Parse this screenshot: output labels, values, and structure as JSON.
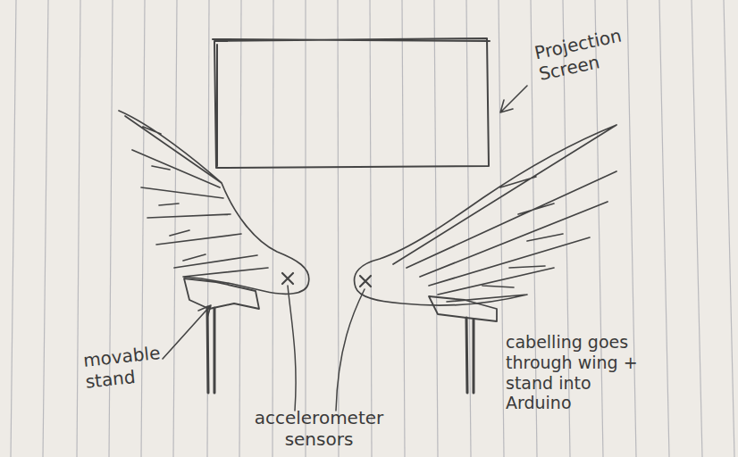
{
  "diagram": {
    "labels": [
      "Projection Screen",
      "movable stand",
      "accelerometer sensors",
      "cabelling goes through wing + stand into Arduino"
    ]
  }
}
